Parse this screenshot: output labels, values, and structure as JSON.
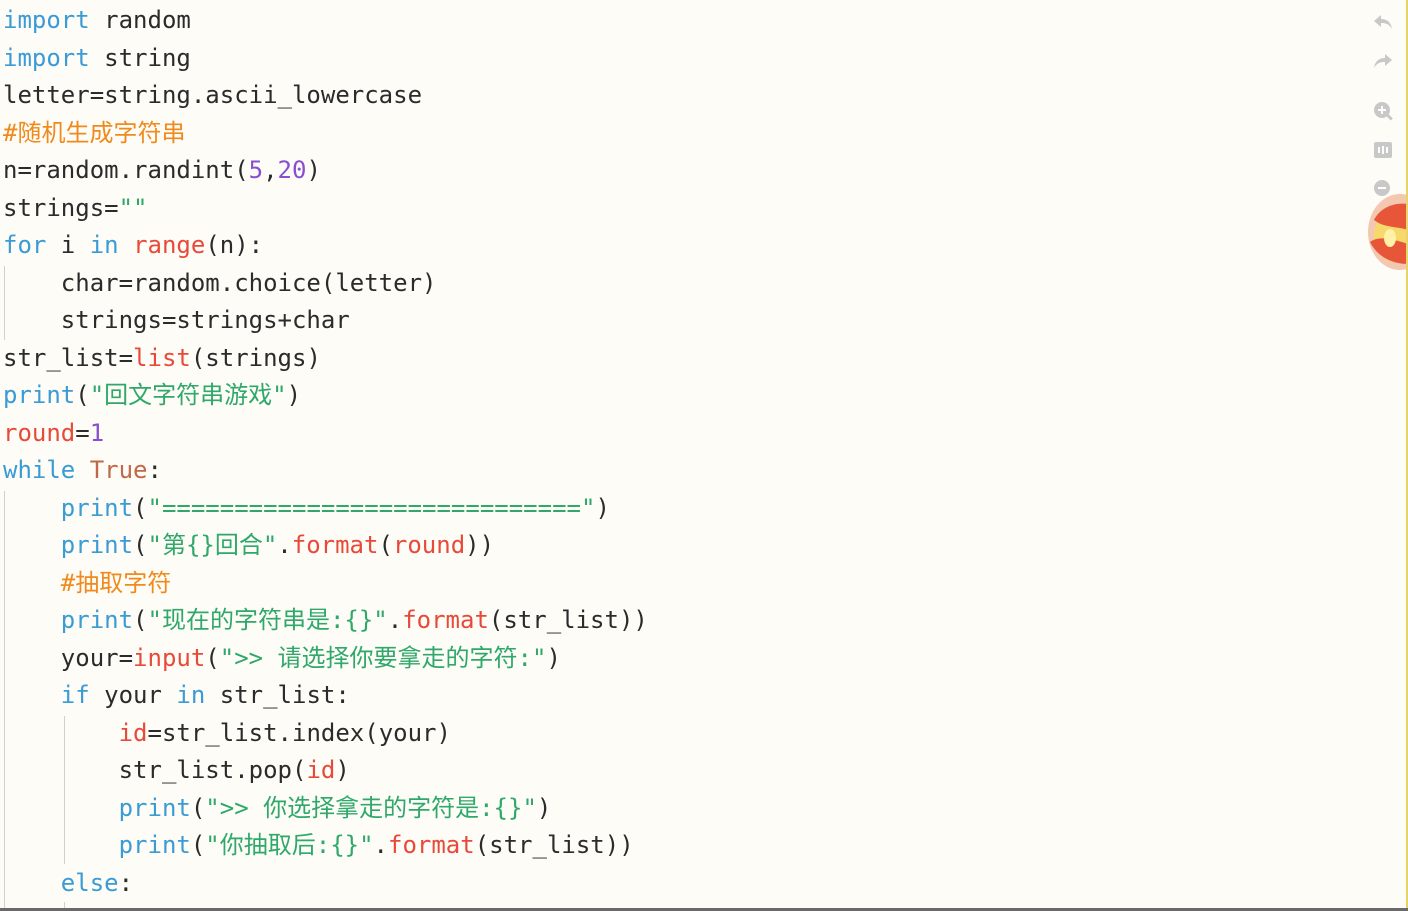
{
  "editor": {
    "language": "python",
    "lines": [
      [
        {
          "t": "import",
          "c": "kw"
        },
        {
          "t": " random"
        }
      ],
      [
        {
          "t": "import",
          "c": "kw"
        },
        {
          "t": " string"
        }
      ],
      [
        {
          "t": "letter=string.ascii_lowercase"
        }
      ],
      [
        {
          "t": "#随机生成字符串",
          "c": "cmt"
        }
      ],
      [
        {
          "t": "n=random.randint("
        },
        {
          "t": "5",
          "c": "num"
        },
        {
          "t": ","
        },
        {
          "t": "20",
          "c": "num"
        },
        {
          "t": ")"
        }
      ],
      [
        {
          "t": "strings="
        },
        {
          "t": "\"\"",
          "c": "str"
        }
      ],
      [
        {
          "t": "for",
          "c": "kw"
        },
        {
          "t": " i "
        },
        {
          "t": "in",
          "c": "kw"
        },
        {
          "t": " "
        },
        {
          "t": "range",
          "c": "bi"
        },
        {
          "t": "(n):"
        }
      ],
      [
        {
          "t": "    char=random.choice(letter)"
        }
      ],
      [
        {
          "t": "    strings=strings+char"
        }
      ],
      [
        {
          "t": "str_list="
        },
        {
          "t": "list",
          "c": "bi"
        },
        {
          "t": "(strings)"
        }
      ],
      [
        {
          "t": "print",
          "c": "kw"
        },
        {
          "t": "("
        },
        {
          "t": "\"回文字符串游戏\"",
          "c": "str"
        },
        {
          "t": ")"
        }
      ],
      [
        {
          "t": "round",
          "c": "bi"
        },
        {
          "t": "="
        },
        {
          "t": "1",
          "c": "num"
        }
      ],
      [
        {
          "t": "while",
          "c": "kw"
        },
        {
          "t": " "
        },
        {
          "t": "True",
          "c": "tru"
        },
        {
          "t": ":"
        }
      ],
      [
        {
          "t": "    "
        },
        {
          "t": "print",
          "c": "kw"
        },
        {
          "t": "("
        },
        {
          "t": "\"=============================\"",
          "c": "str"
        },
        {
          "t": ")"
        }
      ],
      [
        {
          "t": "    "
        },
        {
          "t": "print",
          "c": "kw"
        },
        {
          "t": "("
        },
        {
          "t": "\"第{}回合\"",
          "c": "str"
        },
        {
          "t": "."
        },
        {
          "t": "format",
          "c": "bi"
        },
        {
          "t": "("
        },
        {
          "t": "round",
          "c": "bi"
        },
        {
          "t": "))"
        }
      ],
      [
        {
          "t": "    "
        },
        {
          "t": "#抽取字符",
          "c": "cmt"
        }
      ],
      [
        {
          "t": "    "
        },
        {
          "t": "print",
          "c": "kw"
        },
        {
          "t": "("
        },
        {
          "t": "\"现在的字符串是:{}\"",
          "c": "str"
        },
        {
          "t": "."
        },
        {
          "t": "format",
          "c": "bi"
        },
        {
          "t": "(str_list))"
        }
      ],
      [
        {
          "t": "    your="
        },
        {
          "t": "input",
          "c": "bi"
        },
        {
          "t": "("
        },
        {
          "t": "\">> 请选择你要拿走的字符:\"",
          "c": "str"
        },
        {
          "t": ")"
        }
      ],
      [
        {
          "t": "    "
        },
        {
          "t": "if",
          "c": "kw"
        },
        {
          "t": " your "
        },
        {
          "t": "in",
          "c": "kw"
        },
        {
          "t": " str_list:"
        }
      ],
      [
        {
          "t": "        "
        },
        {
          "t": "id",
          "c": "bi"
        },
        {
          "t": "=str_list.index(your)"
        }
      ],
      [
        {
          "t": "        str_list.pop("
        },
        {
          "t": "id",
          "c": "bi"
        },
        {
          "t": ")"
        }
      ],
      [
        {
          "t": "        "
        },
        {
          "t": "print",
          "c": "kw"
        },
        {
          "t": "("
        },
        {
          "t": "\">> 你选择拿走的字符是:{}\"",
          "c": "str"
        },
        {
          "t": ")"
        }
      ],
      [
        {
          "t": "        "
        },
        {
          "t": "print",
          "c": "kw"
        },
        {
          "t": "("
        },
        {
          "t": "\"你抽取后:{}\"",
          "c": "str"
        },
        {
          "t": "."
        },
        {
          "t": "format",
          "c": "bi"
        },
        {
          "t": "(str_list))"
        }
      ],
      [
        {
          "t": "    "
        },
        {
          "t": "else",
          "c": "kw"
        },
        {
          "t": ":"
        }
      ]
    ]
  },
  "colors": {
    "keyword": "#3a9bd5",
    "builtin": "#e84a3a",
    "number": "#8a4fd0",
    "string": "#2fa86a",
    "comment": "#f08a1c",
    "constant": "#c06848",
    "text": "#2b2b2b",
    "background": "#fdfcf7"
  },
  "toolbar": {
    "icons": [
      "undo-icon",
      "redo-icon",
      "zoom-in-icon",
      "ruler-icon",
      "zoom-out-icon"
    ]
  }
}
